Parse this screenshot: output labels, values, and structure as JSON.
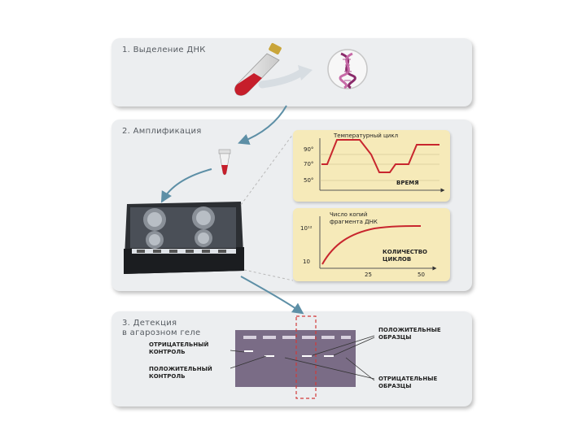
{
  "step1": {
    "title": "1. Выделение ДНК"
  },
  "step2": {
    "title": "2. Амплификация"
  },
  "step3": {
    "title": "3. Детекция\nв агарозном геле"
  },
  "temperature_chart": {
    "title": "Температурный цикл",
    "ticks_y": [
      "90°",
      "70°",
      "50°"
    ],
    "xlabel": "ВРЕМЯ"
  },
  "copies_chart": {
    "title": "Число копий\nфрагмента ДНК",
    "ticks_y": [
      "10¹²",
      "10"
    ],
    "ticks_x": [
      "25",
      "50"
    ],
    "xlabel": "КОЛИЧЕСТВО\nЦИКЛОВ"
  },
  "gel_labels": {
    "negative_control": "ОТРИЦАТЕЛЬНЫЙ\nКОНТРОЛЬ",
    "positive_control": "ПОЛОЖИТЕЛЬНЫЙ\nКОНТРОЛЬ",
    "positive_samples": "ПОЛОЖИТЕЛЬНЫЕ\nОБРАЗЦЫ",
    "negative_samples": "ОТРИЦАТЕЛЬНЫЕ\nОБРАЗЦЫ"
  },
  "colors": {
    "panel": "#eceef0",
    "chart_bg": "#f6eab9",
    "curve": "#c8262e",
    "arrow": "#5d8fa6",
    "gel": "#7a6c86",
    "dna": "#8a2a6a"
  }
}
